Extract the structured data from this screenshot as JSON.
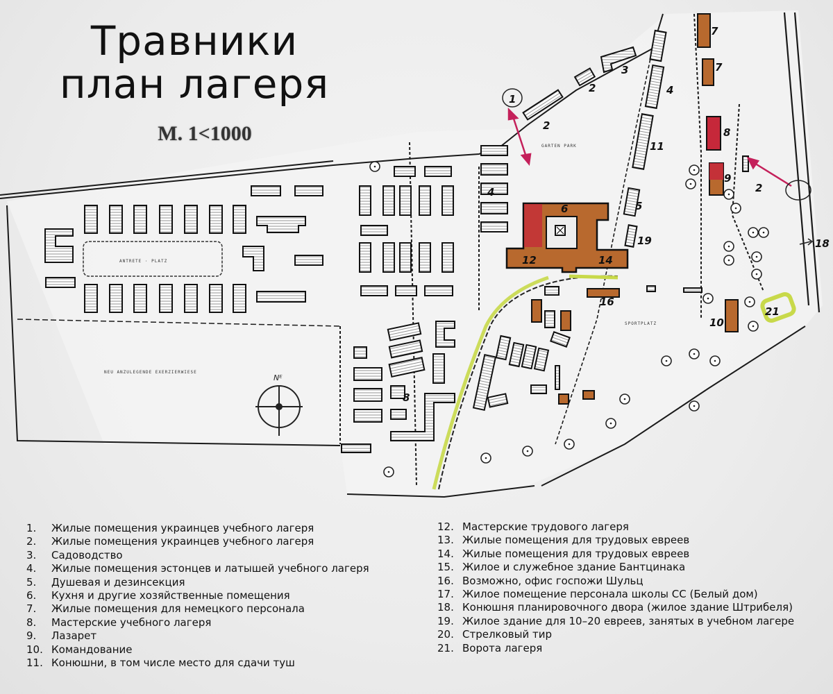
{
  "header": {
    "title_line1": "Травники",
    "title_line2": "план лагеря",
    "scale": "М. 1<1000"
  },
  "map": {
    "colors": {
      "paper": "#f3f3f3",
      "ink": "#151515",
      "building_brown": "#b8692e",
      "building_red": "#c6283a",
      "highlight_yellow": "#c8d94a",
      "arrow_magenta": "#c4205a"
    },
    "labels": {
      "n1": "1",
      "n2a": "2",
      "n2b": "2",
      "n3": "3",
      "n4": "4",
      "n5": "5",
      "n6": "6",
      "n7a": "7",
      "n7b": "7",
      "n8": "8",
      "n9": "9",
      "n10": "10",
      "n11": "11",
      "n12": "12",
      "n14": "14",
      "n16": "16",
      "n18": "18",
      "n19": "19",
      "n21": "21",
      "n2c": "2"
    },
    "icons": [
      "compass-rose-icon",
      "gate-arrow-icon",
      "tree-cluster-icon"
    ]
  },
  "legend": {
    "left": [
      {
        "num": "1.",
        "text": "Жилые помещения украинцев учебного лагеря"
      },
      {
        "num": "2.",
        "text": "Жилые помещения украинцев учебного лагеря"
      },
      {
        "num": "3.",
        "text": "Садоводство"
      },
      {
        "num": "4.",
        "text": "Жилые помещения эстонцев и латышей учебного лагеря"
      },
      {
        "num": "5.",
        "text": "Душевая и дезинсекция"
      },
      {
        "num": "6.",
        "text": "Кухня и другие хозяйственные помещения"
      },
      {
        "num": "7.",
        "text": "Жилые помещения для немецкого персонала"
      },
      {
        "num": "8.",
        "text": "Мастерские учебного лагеря"
      },
      {
        "num": "9.",
        "text": "Лазарет"
      },
      {
        "num": "10.",
        "text": "Командование"
      },
      {
        "num": "11.",
        "text": "Конюшни, в том числе место для сдачи туш"
      }
    ],
    "right": [
      {
        "num": "12.",
        "text": "Мастерские трудового лагеря"
      },
      {
        "num": "13.",
        "text": "Жилые помещения для трудовых евреев"
      },
      {
        "num": "14.",
        "text": "Жилые помещения для трудовых евреев"
      },
      {
        "num": "15.",
        "text": "Жилое и служебное здание Бантцинака"
      },
      {
        "num": "16.",
        "text": "Возможно, офис госпожи Шульц"
      },
      {
        "num": "17.",
        "text": "Жилое помещение персонала школы СС (Белый дом)"
      },
      {
        "num": "18.",
        "text": "Конюшня планировочного двора (жилое здание Штрибеля)"
      },
      {
        "num": "19.",
        "text": "Жилое здание для 10–20 евреев, занятых в учебном лагере"
      },
      {
        "num": "20.",
        "text": "Стрелковый тир"
      },
      {
        "num": "21.",
        "text": "Ворота лагеря"
      }
    ]
  }
}
